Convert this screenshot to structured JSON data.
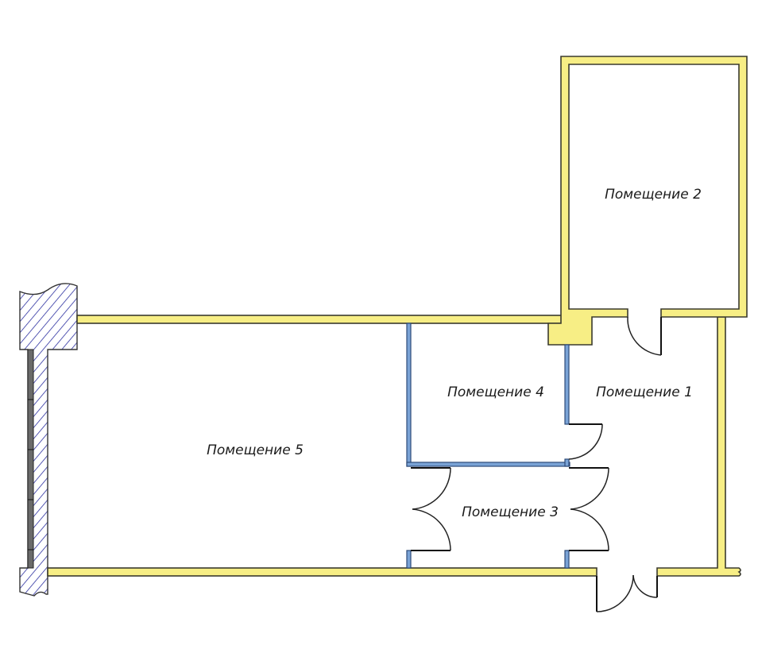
{
  "plan": {
    "rooms": [
      {
        "id": "room-1",
        "label": "Помещение 1"
      },
      {
        "id": "room-2",
        "label": "Помещение 2"
      },
      {
        "id": "room-3",
        "label": "Помещение 3"
      },
      {
        "id": "room-4",
        "label": "Помещение 4"
      },
      {
        "id": "room-5",
        "label": "Помещение 5"
      }
    ],
    "colors": {
      "exterior_wall": "#f7ee85",
      "partition_wall": "#7aa3d6",
      "hatch": "#2b2fa0"
    }
  }
}
